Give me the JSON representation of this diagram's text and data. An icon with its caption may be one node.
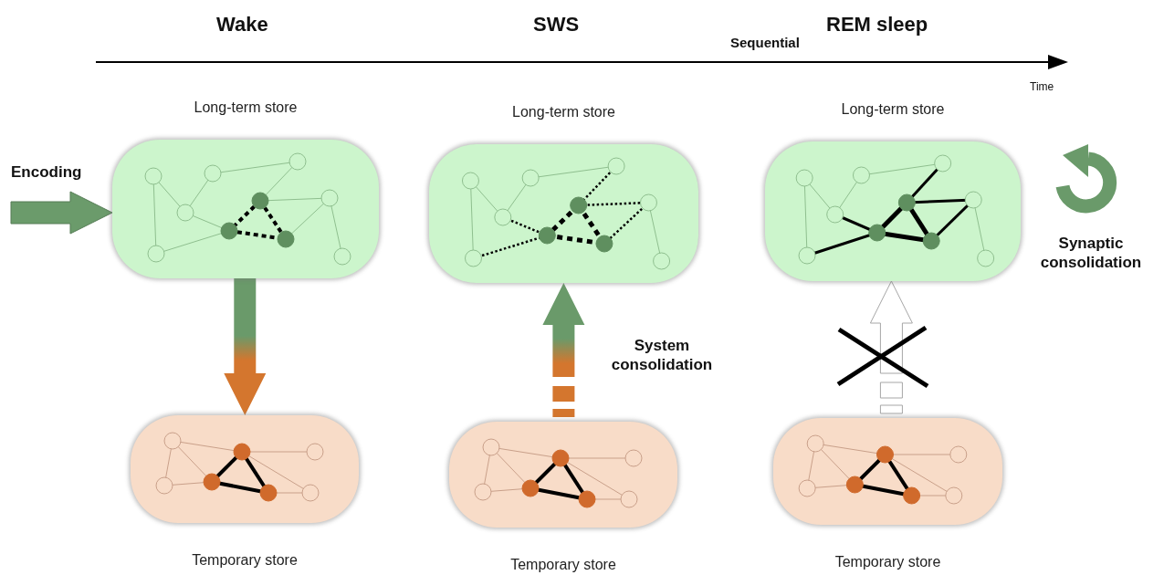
{
  "diagram": {
    "nodes": [
      {
        "text": [
          "Long-term store"
        ]
      },
      {
        "text": [
          "Long-term store"
        ]
      },
      {
        "text": [
          "Long-term store"
        ]
      },
      {
        "text": [
          "Temporary store"
        ]
      },
      {
        "text": [
          "Temporary store"
        ]
      },
      {
        "text": [
          "Temporary store"
        ]
      }
    ],
    "edges": [
      {
        "from": null,
        "to": 0,
        "arrow": "to",
        "label": "Encoding",
        "color": "#6b9b6b"
      },
      {
        "from": 0,
        "to": 3,
        "arrow": "to"
      },
      {
        "from": 4,
        "to": 1,
        "arrow": "to",
        "label": "System consolidation",
        "style": "dashed"
      },
      {
        "from": 5,
        "to": 2,
        "arrow": "to",
        "style": "dashed",
        "color": "#ffffff"
      }
    ],
    "labels": [
      "Wake",
      "SWS",
      "Sequential",
      "REM sleep",
      "Time",
      "Synaptic consolidation"
    ]
  }
}
